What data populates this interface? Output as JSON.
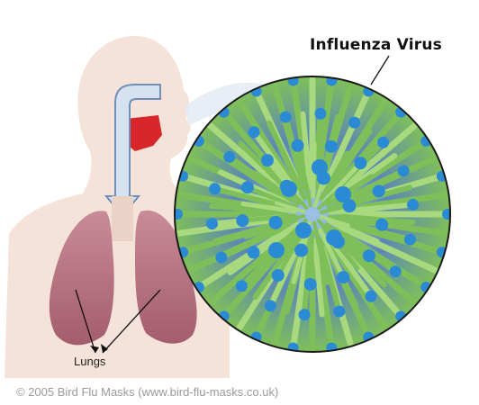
{
  "diagram": {
    "title": "Influenza Virus",
    "lungs_label": "Lungs",
    "copyright": "© 2005 Bird Flu Masks (www.bird-flu-masks.co.uk)"
  },
  "colors": {
    "skin": "#f2d9cc",
    "throat": "#d8262a",
    "lungs": "#b06a7a",
    "airway_arrow": "#6f8fb8",
    "virus_core": "#5b86b8",
    "spike_green": "#7fbf5a",
    "spike_cap_blue": "#2a8bd4",
    "virus_outline": "#1a1a1a"
  }
}
